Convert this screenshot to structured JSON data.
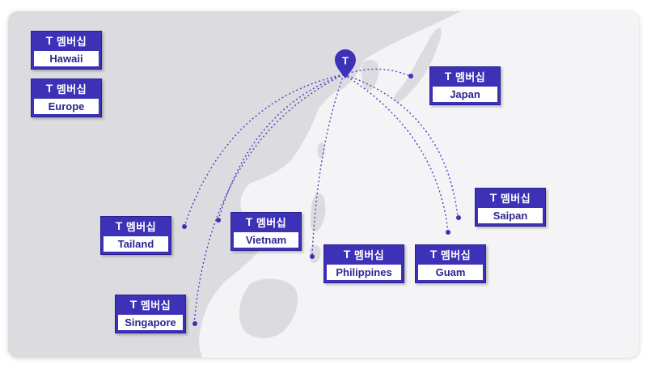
{
  "hub": {
    "icon": "t-logo-pin-icon",
    "letter": "T",
    "color": "#3d31b8"
  },
  "brand_label": "멤버십",
  "brand_letter": "T",
  "destinations": [
    {
      "id": "hawaii",
      "name": "Hawaii"
    },
    {
      "id": "europe",
      "name": "Europe"
    },
    {
      "id": "japan",
      "name": "Japan"
    },
    {
      "id": "saipan",
      "name": "Saipan"
    },
    {
      "id": "tailand",
      "name": "Tailand"
    },
    {
      "id": "vietnam",
      "name": "Vietnam"
    },
    {
      "id": "philippines",
      "name": "Philippines"
    },
    {
      "id": "guam",
      "name": "Guam"
    },
    {
      "id": "singapore",
      "name": "Singapore"
    }
  ],
  "colors": {
    "accent": "#3d31b8",
    "route": "#4a42c8",
    "land": "#dcdce0",
    "sea": "#f4f4f6"
  }
}
